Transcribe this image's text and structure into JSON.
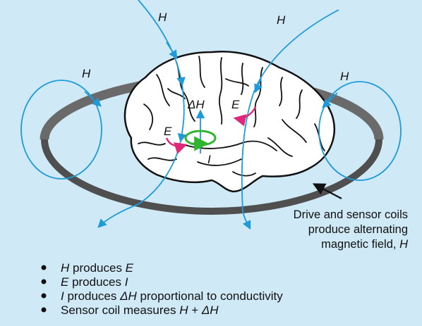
{
  "labels": {
    "h_top_left": "H",
    "h_top_right": "H",
    "h_left": "H",
    "h_right": "H",
    "delta_h": "ΔH",
    "e_upper": "E",
    "e_lower": "E",
    "current": "I"
  },
  "caption": {
    "line1": "Drive and sensor coils",
    "line2": "produce alternating",
    "line3_text": "magnetic field, ",
    "line3_var": "H"
  },
  "bullets": [
    {
      "pre": "",
      "v1": "H",
      "mid": " produces ",
      "v2": "E",
      "post": ""
    },
    {
      "pre": "",
      "v1": "E",
      "mid": " produces ",
      "v2": "I",
      "post": ""
    },
    {
      "pre": "",
      "v1": "I",
      "mid": " produces ",
      "v2": "ΔH",
      "post": " proportional to conductivity"
    },
    {
      "pre": "Sensor coil measures ",
      "v1": "H",
      "mid": " + ",
      "v2": "ΔH",
      "post": ""
    }
  ],
  "colors": {
    "background": "#cfeaf6",
    "field_lines": "#1f9ad8",
    "eddy": "#e0287a",
    "current_loop": "#2fb52f",
    "coil": "#555555"
  }
}
